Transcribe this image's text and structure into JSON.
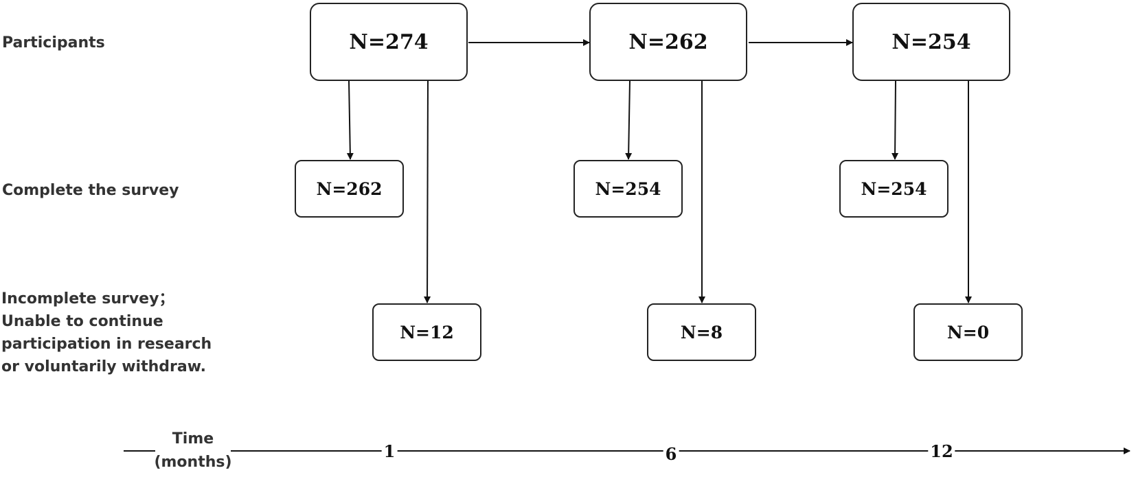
{
  "rows": {
    "participants": "Participants",
    "complete": "Complete the survey",
    "incomplete": " Incomplete survey；\nUnable to continue\nparticipation in research\nor voluntarily withdraw."
  },
  "participants": [
    "N=274",
    "N=262",
    "N=254"
  ],
  "complete": [
    "N=262",
    "N=254",
    "N=254"
  ],
  "incomplete": [
    "N=12",
    "N=8",
    "N=0"
  ],
  "timeline": {
    "label": "Time\n(months)",
    "ticks": [
      "1",
      "6",
      "12"
    ]
  }
}
